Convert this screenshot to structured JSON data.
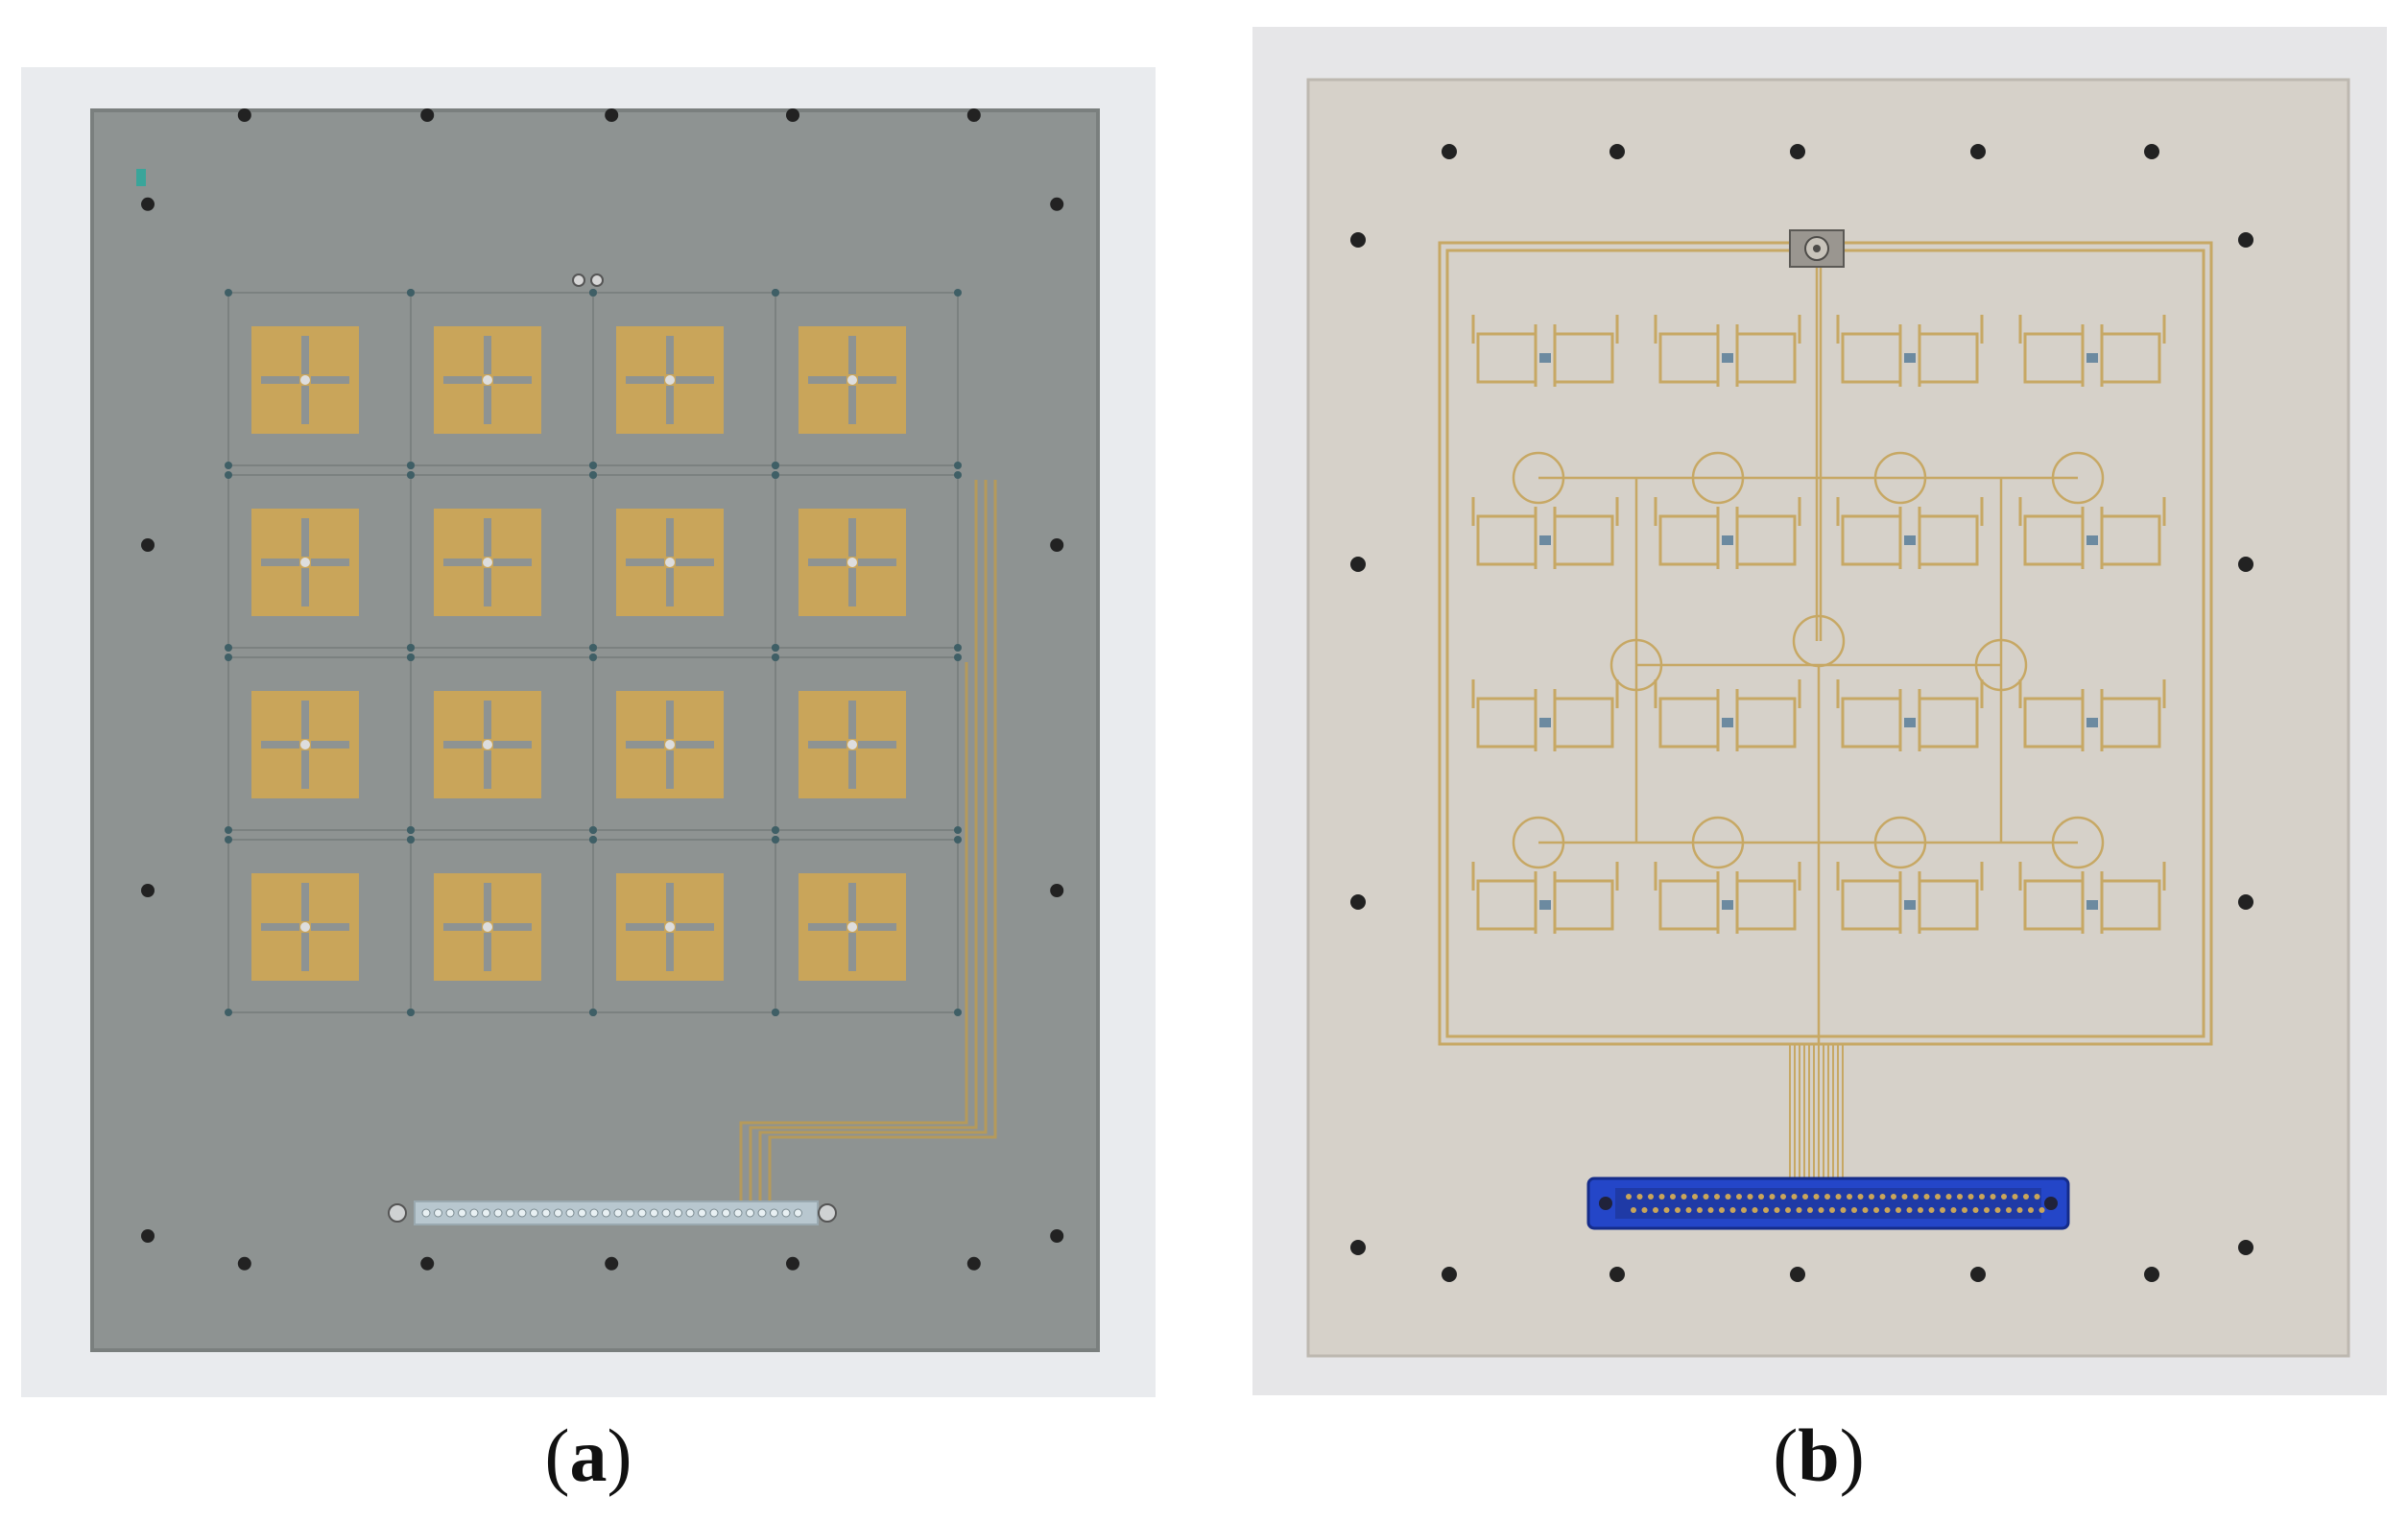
{
  "figure": {
    "panels": [
      {
        "id": "a",
        "caption_open": "(",
        "caption_letter": "a",
        "caption_close": ")"
      },
      {
        "id": "b",
        "caption_open": "(",
        "caption_letter": "b",
        "caption_close": ")"
      }
    ]
  },
  "colors": {
    "panel_a_background": "#e9ebee",
    "panel_a_board": "#8e9392",
    "panel_b_background": "#e6e6e8",
    "panel_b_board": "#d6d1c9",
    "gold": "#c9a55a",
    "connector_blue": "#2446c8"
  },
  "panel_a": {
    "patch_grid_rows": 4,
    "patch_grid_cols": 4
  },
  "panel_b": {
    "element_grid_rows": 4,
    "element_grid_cols": 4
  }
}
